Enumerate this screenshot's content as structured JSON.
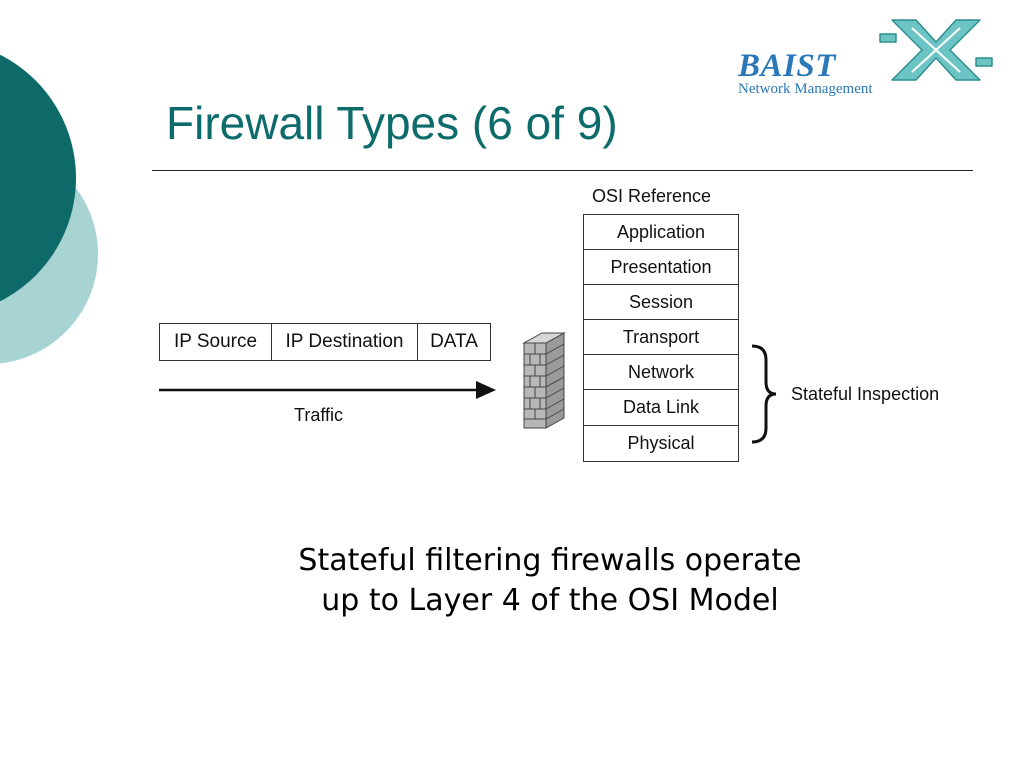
{
  "slide": {
    "title": "Firewall Types (6 of 9)",
    "caption_lines": [
      "Stateful filtering firewalls operate",
      "up to Layer 4 of the OSI Model"
    ]
  },
  "logo": {
    "wordmark": "BAIST",
    "subtitle": "Network Management",
    "icon": "crossed-arrows-icon"
  },
  "diagram": {
    "packet_fields": [
      "IP Source",
      "IP Destination",
      "DATA"
    ],
    "traffic_label": "Traffic",
    "firewall_icon": "brick-wall-icon",
    "osi_title": "OSI Reference",
    "osi_layers": [
      "Application",
      "Presentation",
      "Session",
      "Transport",
      "Network",
      "Data Link",
      "Physical"
    ],
    "bracket_label": "Stateful Inspection",
    "bracket_covers": [
      "Transport",
      "Network",
      "Data Link",
      "Physical"
    ]
  },
  "colors": {
    "accent_dark": "#0e6a68",
    "accent_light": "#a7d3d3",
    "title": "#0d6b6b",
    "logo_text": "#2a78b8",
    "logo_mark": "#6cc4c4"
  }
}
